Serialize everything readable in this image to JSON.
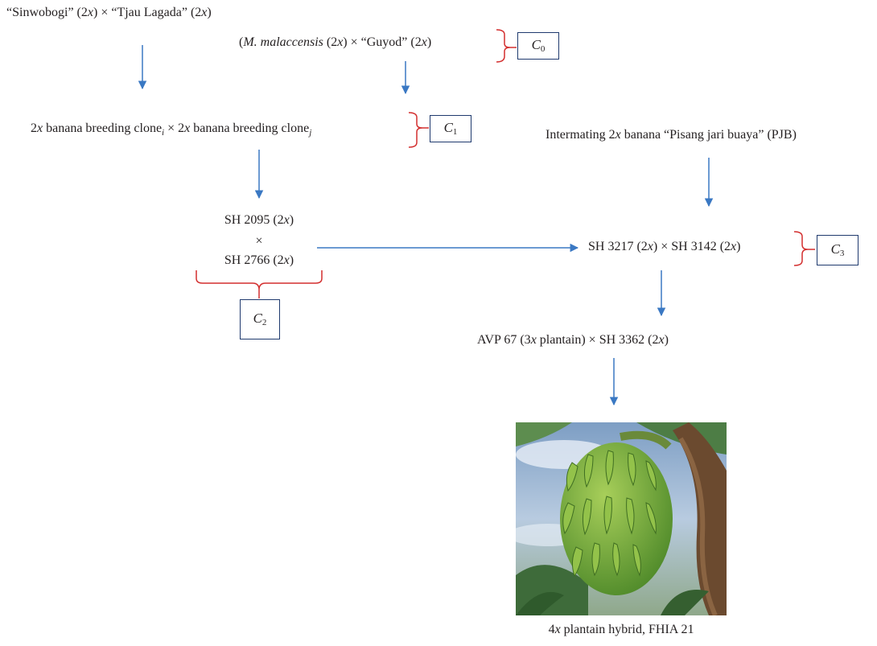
{
  "nodes": {
    "sinwobogi": {
      "q1": "“Sinwobogi” (2",
      "x1": "x",
      "mid": ") × “Tjau Lagada” (2",
      "x2": "x",
      "end": ")"
    },
    "malaccensis": {
      "pre": "(",
      "species": "M. malaccensis",
      "a": " (2",
      "x1": "x",
      "b": ") × “Guyod” (2",
      "x2": "x",
      "c": ")"
    },
    "breeding_clones": {
      "n1": "2",
      "x1": "x",
      "t1": " banana breeding clone",
      "s1": "i",
      "times": " × 2",
      "x2": "x",
      "t2": " banana breeding clone",
      "s2": "j"
    },
    "intermating": {
      "pre": "Intermating 2",
      "x": "x",
      "post": " banana “Pisang jari buaya” (PJB)"
    },
    "sh2095": {
      "pre": "SH 2095 (2",
      "x": "x",
      "post": ")"
    },
    "times_sign": "×",
    "sh2766": {
      "pre": "SH 2766 (2",
      "x": "x",
      "post": ")"
    },
    "sh3217": {
      "pre": "SH 3217 (2",
      "x1": "x",
      "mid": ") × SH 3142 (2",
      "x2": "x",
      "post": ")"
    },
    "avp67": {
      "pre": "AVP 67 (3",
      "x1": "x",
      "mid": " plantain) × SH 3362 (2",
      "x2": "x",
      "post": ")"
    },
    "caption": {
      "pre": "4",
      "x": "x",
      "post": " plantain hybrid, FHIA 21"
    }
  },
  "cycle_labels": [
    {
      "letter": "C",
      "sub": "0"
    },
    {
      "letter": "C",
      "sub": "1"
    },
    {
      "letter": "C",
      "sub": "2"
    },
    {
      "letter": "C",
      "sub": "3"
    }
  ],
  "colors": {
    "arrow": "#3a78c3",
    "bracket": "#d32f2f",
    "box_border": "#1f3a6e",
    "text": "#231f20"
  },
  "photo": {
    "subject": "banana bunch on plant"
  }
}
